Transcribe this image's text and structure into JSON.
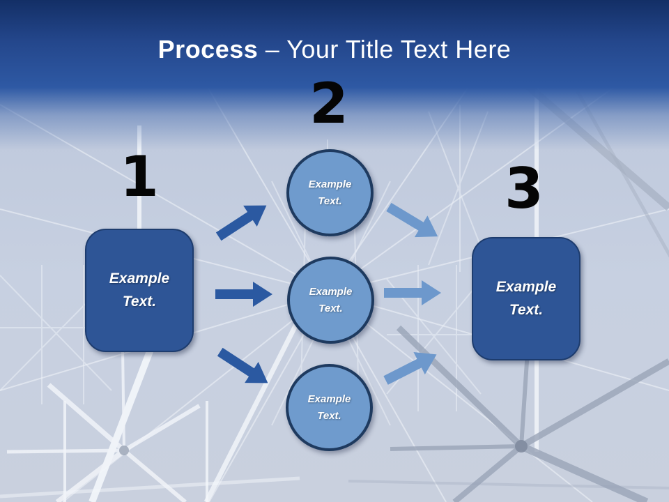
{
  "slide": {
    "title": {
      "keyword": "Process",
      "rest": " – Your Title Text Here"
    },
    "steps": [
      {
        "number": "1",
        "label": "Example Text."
      },
      {
        "number": "2",
        "circles": [
          "Example Text.",
          "Example Text.",
          "Example Text."
        ]
      },
      {
        "number": "3",
        "label": "Example Text."
      }
    ],
    "colors": {
      "header_top": "#132f66",
      "header_mid": "#2e59a4",
      "title_text": "#ffffff",
      "number_text": "#050505",
      "box_fill": "#2e5596",
      "box_border": "#1d3c6e",
      "circle_fill": "#6f9bcd",
      "circle_border": "#1e3a5f",
      "arrow_dark": "#2b59a1",
      "arrow_light": "#6d98cc",
      "photo_base": "#c5cfe0"
    },
    "icons": [
      "arrow-right-icon",
      "tower-photo-background"
    ]
  }
}
